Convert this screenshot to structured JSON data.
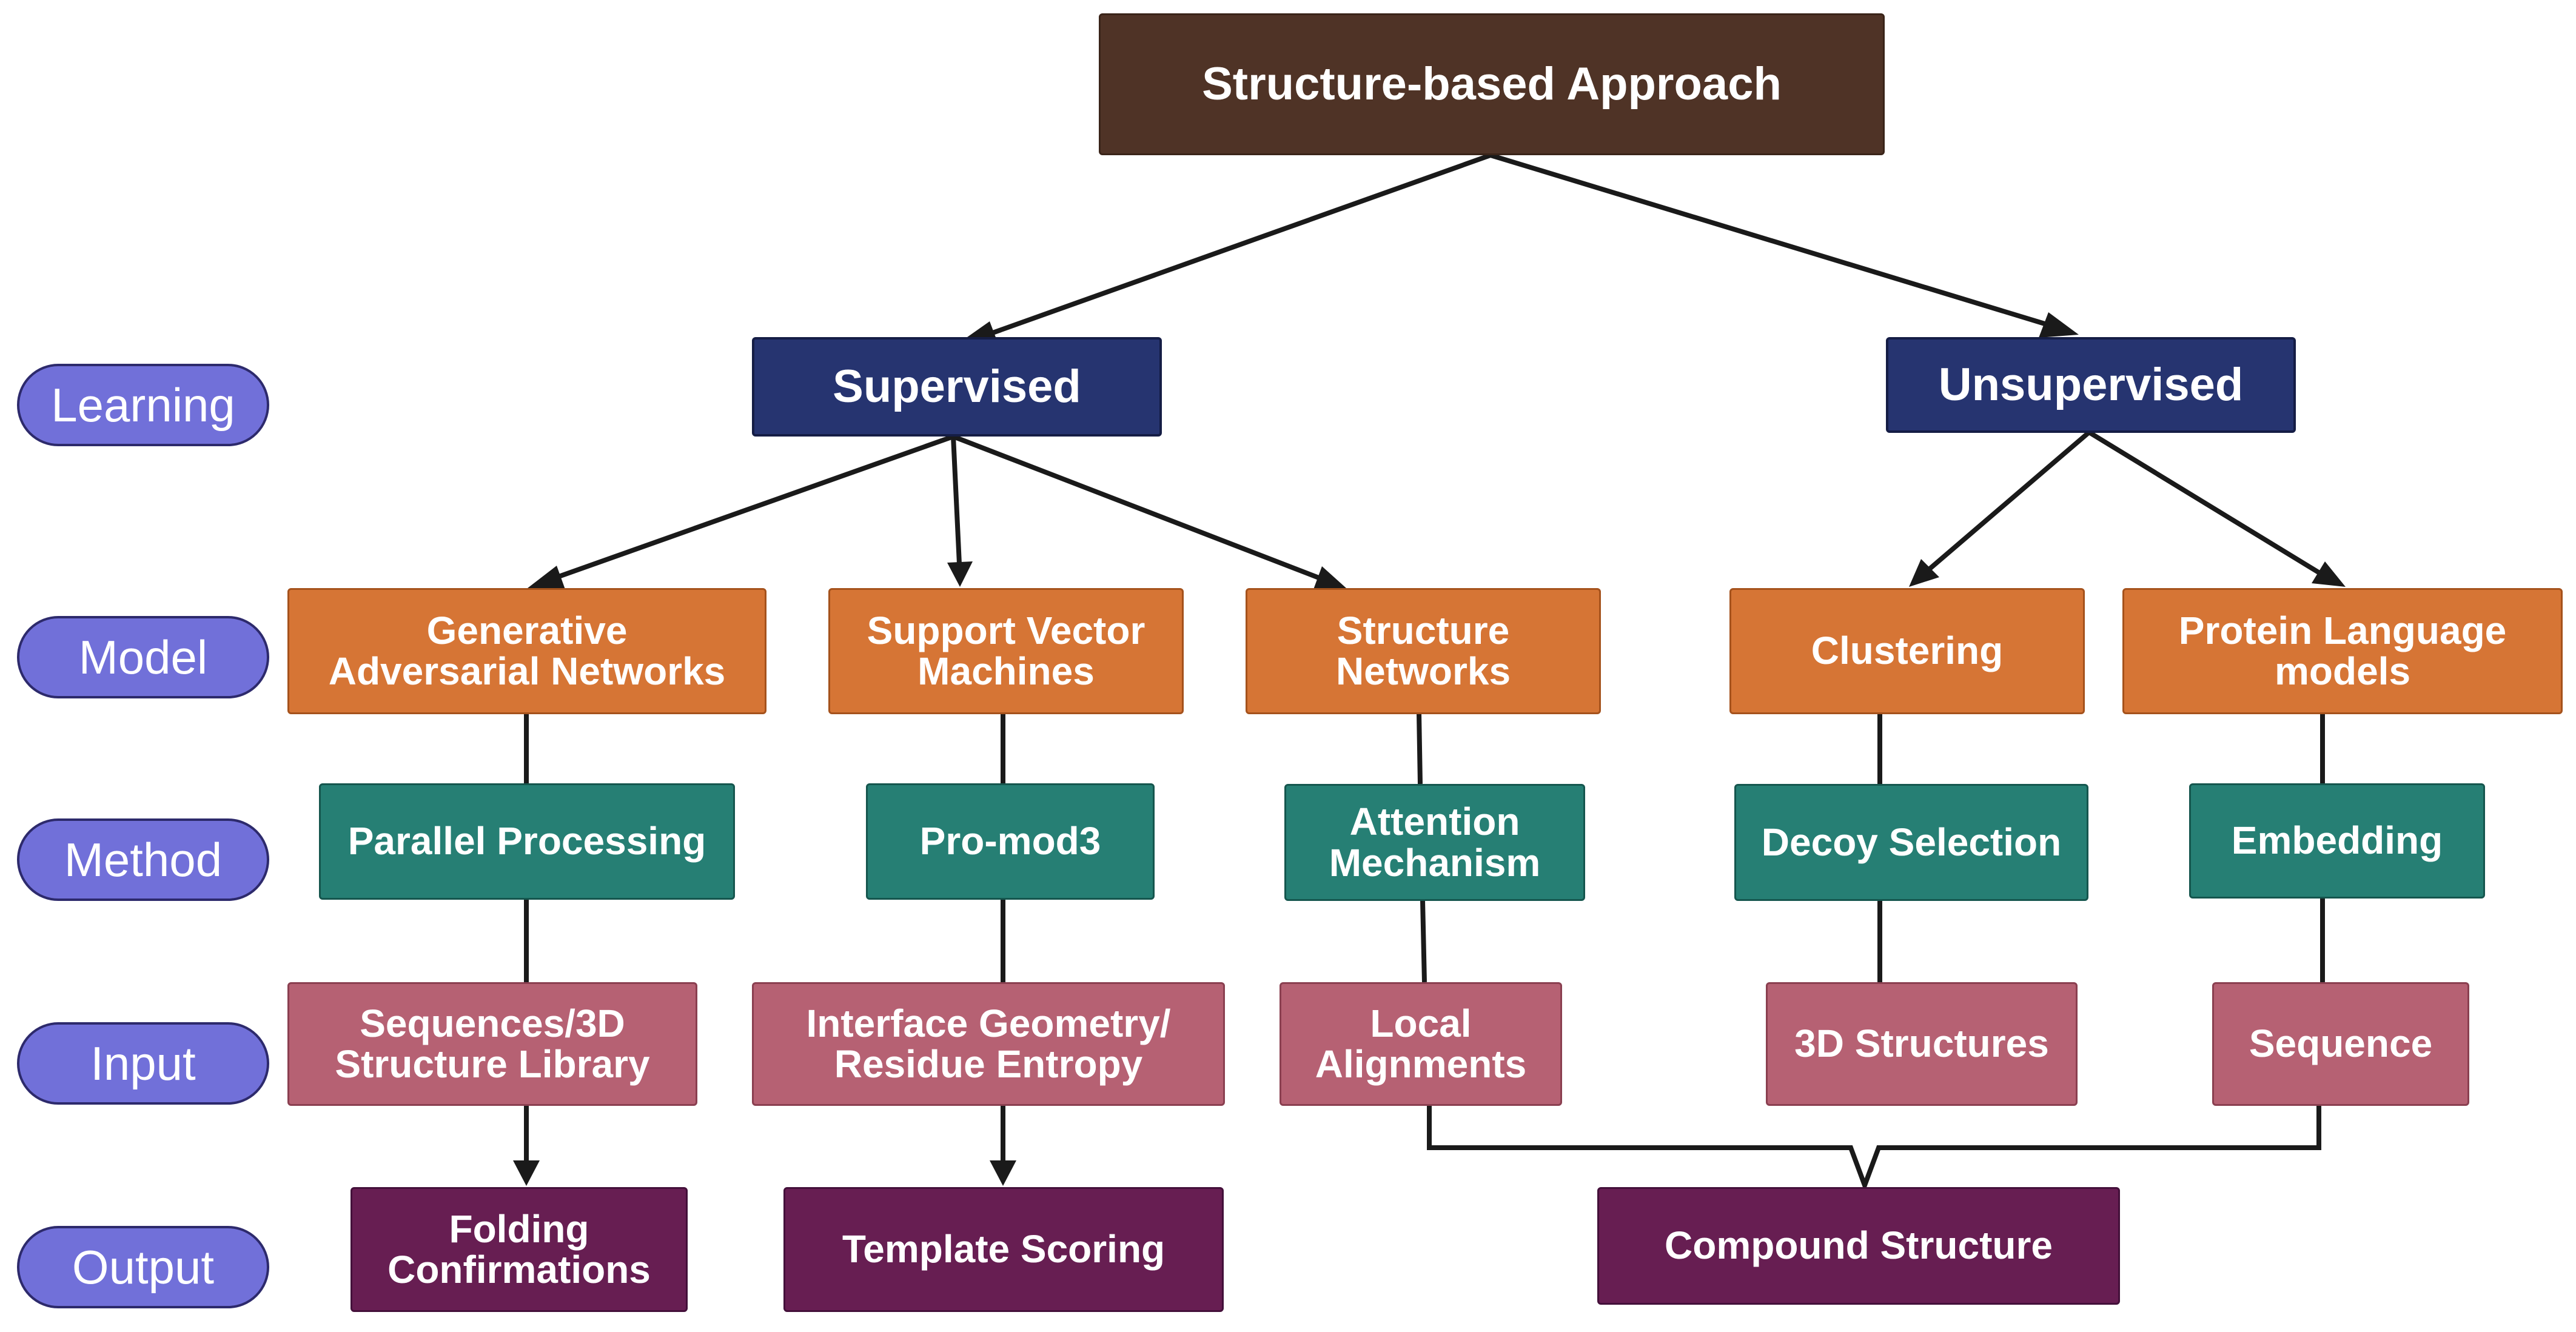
{
  "title": "Structure-based Approach",
  "learning": {
    "supervised": "Supervised",
    "unsupervised": "Unsupervised"
  },
  "row_labels": {
    "learning": "Learning",
    "model": "Model",
    "method": "Method",
    "input": "Input",
    "output": "Output"
  },
  "models": {
    "gan": "Generative\nAdversarial Networks",
    "svm": "Support Vector\nMachines",
    "structure_networks": "Structure\nNetworks",
    "clustering": "Clustering",
    "protein_language": "Protein Language\nmodels"
  },
  "methods": {
    "parallel_processing": "Parallel Processing",
    "promod3": "Pro-mod3",
    "attention": "Attention\nMechanism",
    "decoy_selection": "Decoy Selection",
    "embedding": "Embedding"
  },
  "inputs": {
    "sequences_library": "Sequences/3D\nStructure Library",
    "interface_geometry": "Interface Geometry/\nResidue Entropy",
    "local_alignments": "Local\nAlignments",
    "structures_3d": "3D Structures",
    "sequence": "Sequence"
  },
  "outputs": {
    "folding": "Folding\nConfirmations",
    "template_scoring": "Template Scoring",
    "compound_structure": "Compound Structure"
  },
  "colors": {
    "title": "#4f3326",
    "learning": "#263470",
    "model": "#d67535",
    "method": "#267f74",
    "input": "#b66173",
    "output": "#671e52",
    "row_label": "#7170d9",
    "connector": "#1a1a1a"
  }
}
